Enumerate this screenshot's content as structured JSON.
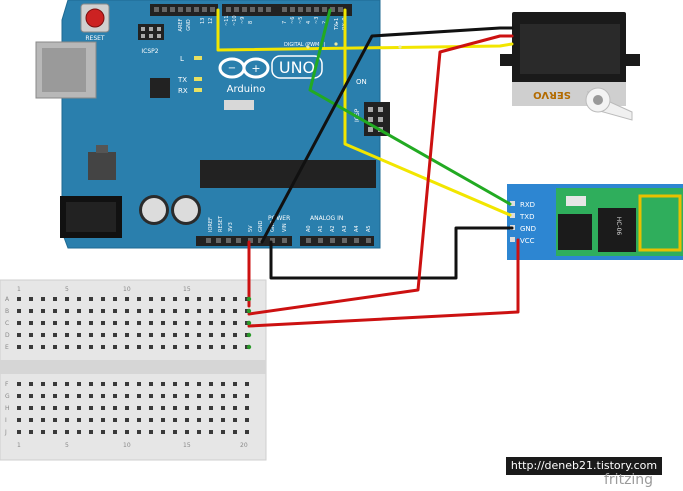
{
  "arduino": {
    "reset": "RESET",
    "aref": "AREF",
    "gnd": "GND",
    "digital_header": "DIGITAL (PWM~)",
    "digital_pins": [
      "13",
      "12",
      "~11",
      "~10",
      "~9",
      "8",
      "7",
      "~6",
      "~5",
      "4",
      "~3",
      "2",
      "TX▸1",
      "RX◂0"
    ],
    "icsp2": "ICSP2",
    "icsp": "ICSP",
    "led_l": "L",
    "led_tx": "TX",
    "led_rx": "RX",
    "uno": "UNO",
    "brand": "Arduino",
    "on": "ON",
    "power_header": "POWER",
    "power_pins": [
      "IOREF",
      "RESET",
      "3V3",
      "5V",
      "GND",
      "GND",
      "VIN"
    ],
    "analog_header": "ANALOG IN",
    "analog_pins": [
      "A0",
      "A1",
      "A2",
      "A3",
      "A4",
      "A5"
    ]
  },
  "servo": {
    "label": "SERVO"
  },
  "bluetooth": {
    "pins": [
      "RXD",
      "TXD",
      "GND",
      "VCC"
    ],
    "chip": "HC-06"
  },
  "breadboard": {
    "rows_top": [
      "A",
      "B",
      "C",
      "D",
      "E"
    ],
    "rows_bottom": [
      "F",
      "G",
      "H",
      "I",
      "J"
    ],
    "col_numbers": [
      "1",
      "5",
      "10",
      "15",
      "20"
    ]
  },
  "watermark": {
    "url": "http://deneb21.tistory.com",
    "tool": "fritzing"
  },
  "colors": {
    "board": "#2a7fad",
    "wire_yellow": "#f2e600",
    "wire_green": "#22aa22",
    "wire_red": "#cc1111",
    "wire_black": "#111111",
    "bt_board": "#2d86d2"
  }
}
